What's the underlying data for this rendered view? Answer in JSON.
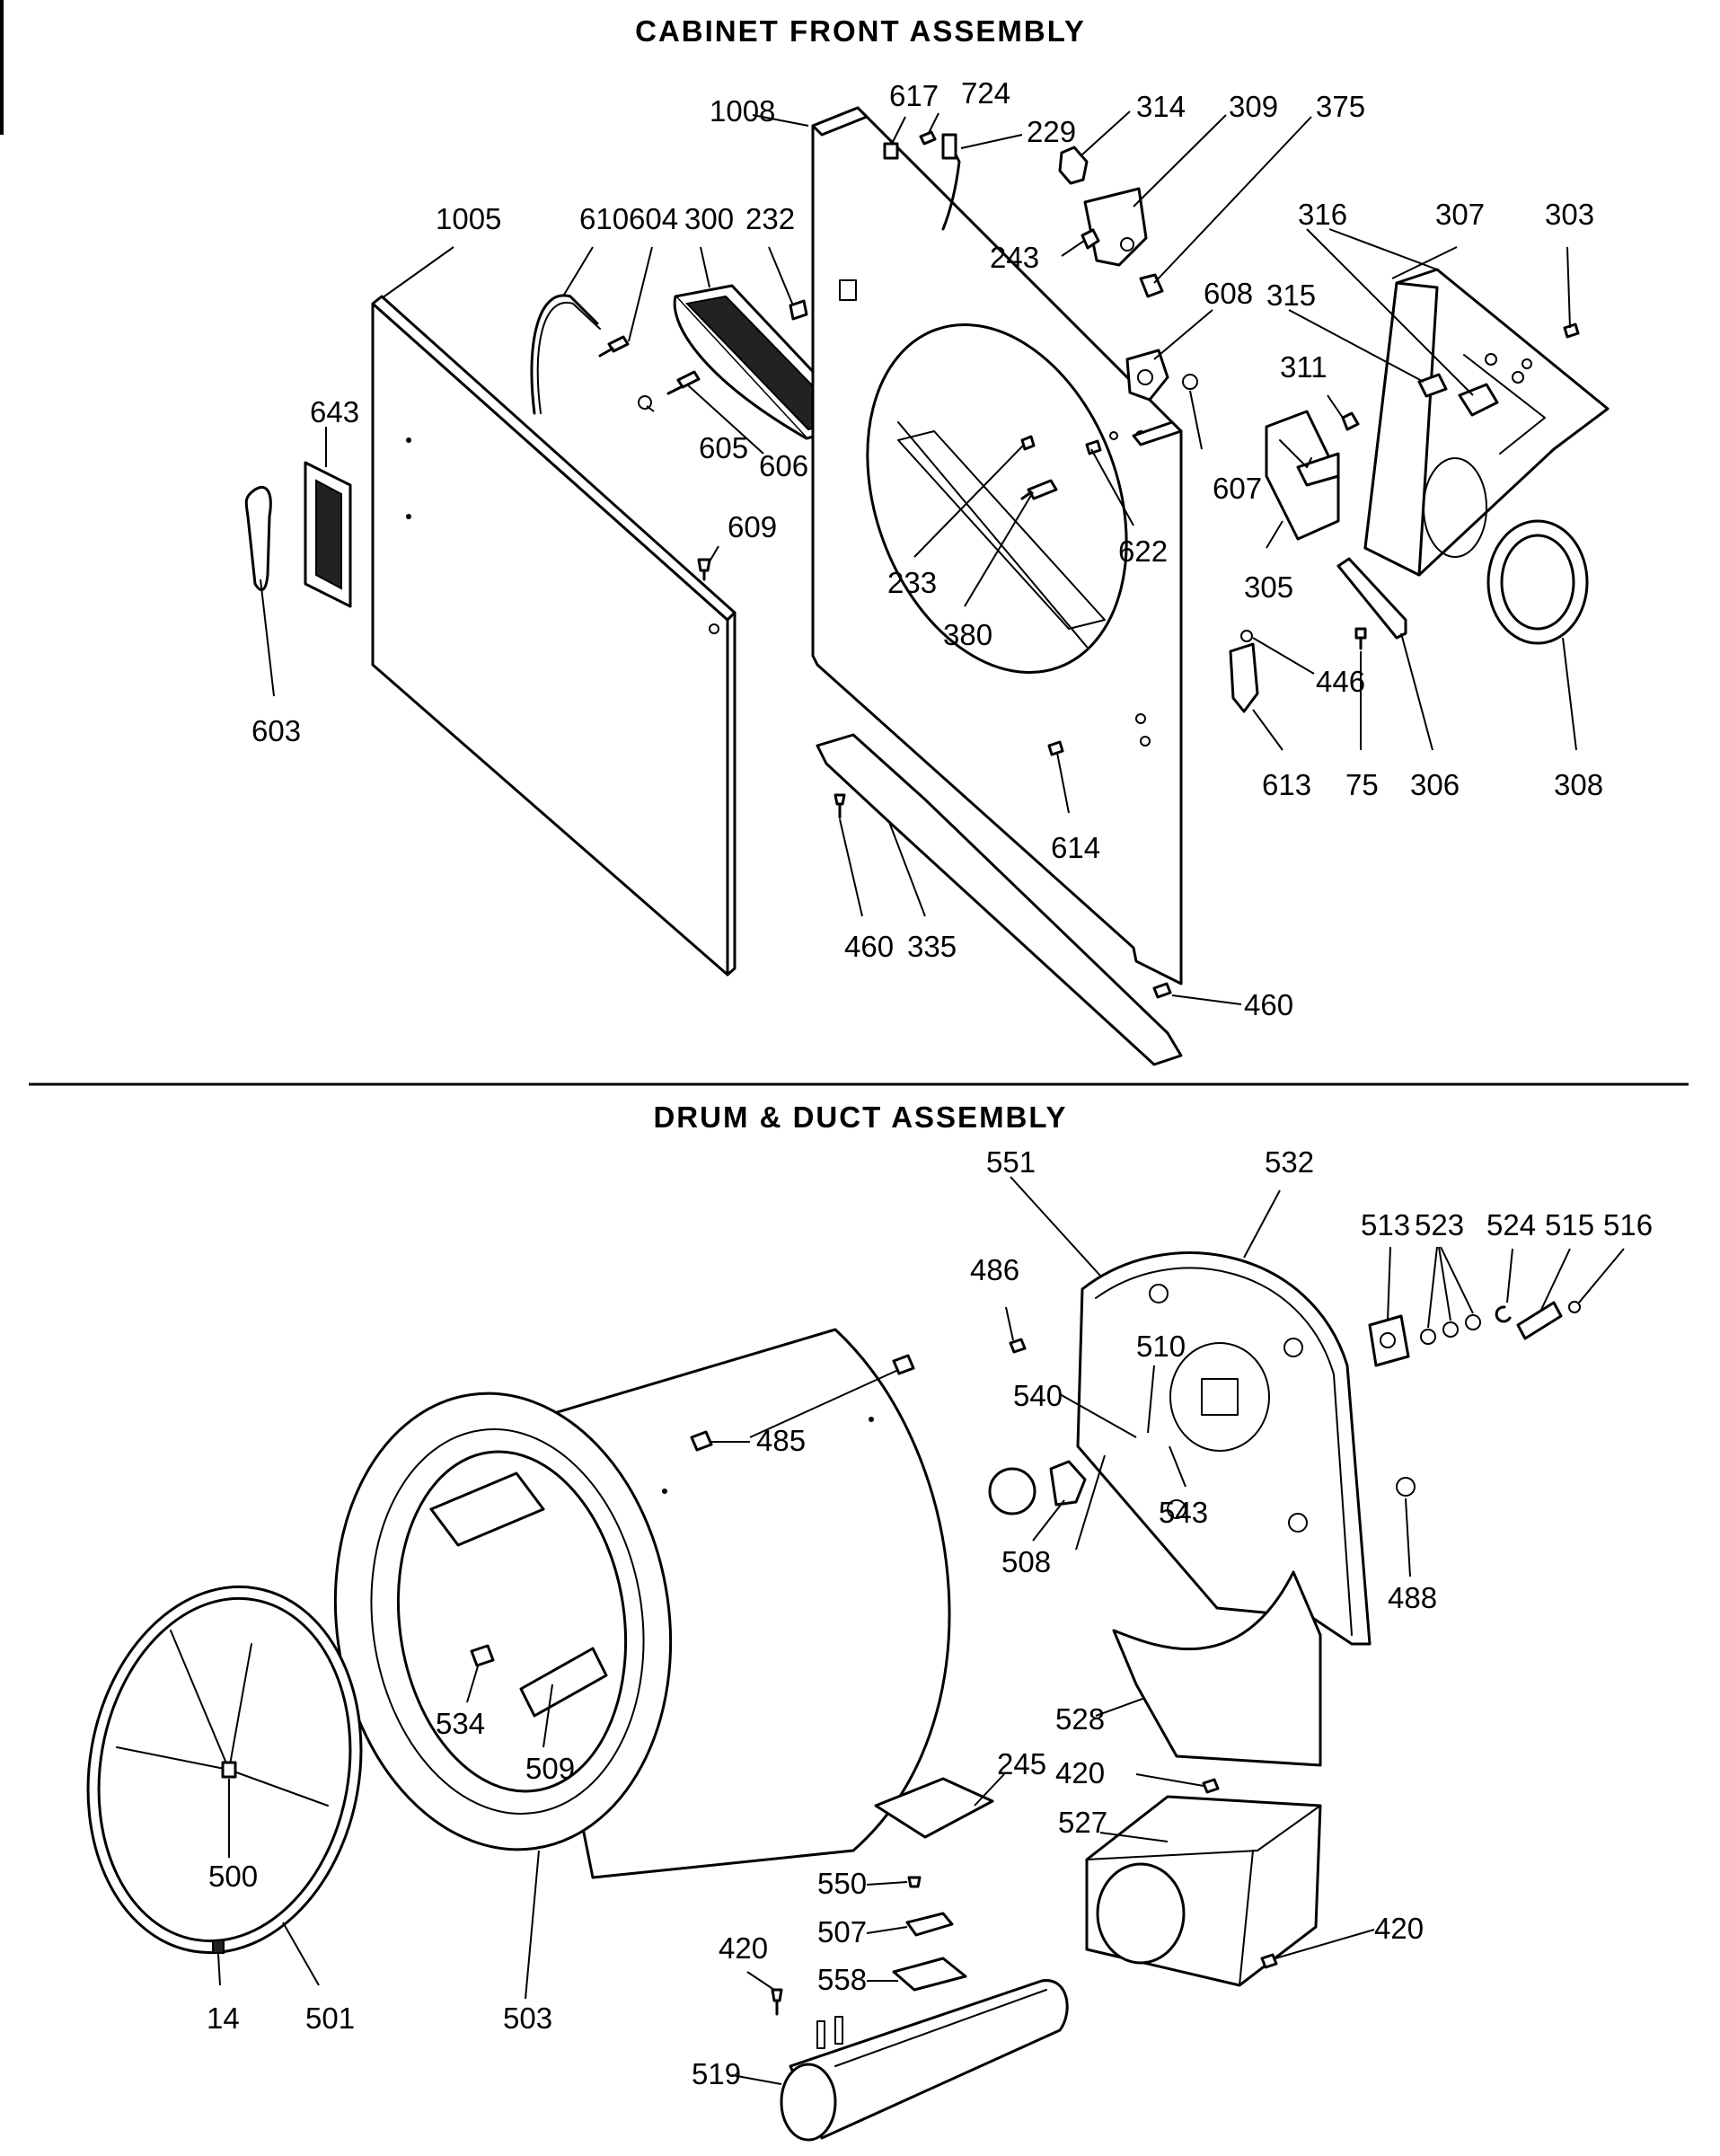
{
  "sections": [
    {
      "title": "CABINET FRONT ASSEMBLY",
      "parts": [
        "1008",
        "617",
        "724",
        "229",
        "314",
        "309",
        "375",
        "1005",
        "610",
        "604",
        "300",
        "232",
        "243",
        "316",
        "307",
        "303",
        "608",
        "315",
        "643",
        "605",
        "606",
        "311",
        "607",
        "609",
        "233",
        "622",
        "305",
        "380",
        "603",
        "446",
        "613",
        "75",
        "306",
        "308",
        "614",
        "460",
        "335"
      ]
    },
    {
      "title": "DRUM & DUCT ASSEMBLY",
      "parts": [
        "551",
        "532",
        "513",
        "523",
        "524",
        "515",
        "516",
        "486",
        "510",
        "540",
        "485",
        "543",
        "508",
        "488",
        "534",
        "528",
        "509",
        "245",
        "420",
        "527",
        "500",
        "550",
        "507",
        "14",
        "501",
        "503",
        "558",
        "519"
      ]
    }
  ]
}
